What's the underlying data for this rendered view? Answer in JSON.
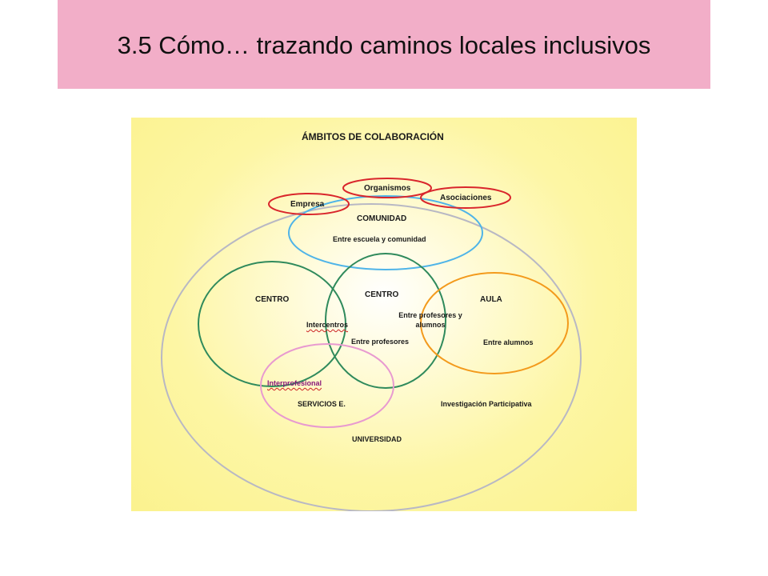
{
  "slide": {
    "title": "3.5 Cómo… trazando caminos locales inclusivos"
  },
  "diagram": {
    "heading": "ÁMBITOS DE COLABORACIÓN",
    "labels": {
      "organismos": "Organismos",
      "empresa": "Empresa",
      "asociaciones": "Asociaciones",
      "comunidad": "COMUNIDAD",
      "entre_escuela_comunidad": "Entre escuela y comunidad",
      "centro_left": "CENTRO",
      "intercentros": "Intercentros",
      "centro_mid": "CENTRO",
      "entre_profesores_alumnos_1": "Entre profesores y",
      "entre_profesores_alumnos_2": "alumnos",
      "entre_profesores": "Entre profesores",
      "aula": "AULA",
      "entre_alumnos": "Entre alumnos",
      "interprofesional": "Interprofesional",
      "servicios": "SERVICIOS E.",
      "investigacion": "Investigación Participativa",
      "universidad": "UNIVERSIDAD"
    },
    "colors": {
      "universidad": "#b8b8c4",
      "comunidad": "#4fb4e8",
      "centro": "#2f8a5c",
      "aula": "#f39a1c",
      "servicios": "#e89ad0",
      "external": "#d9262c"
    }
  }
}
